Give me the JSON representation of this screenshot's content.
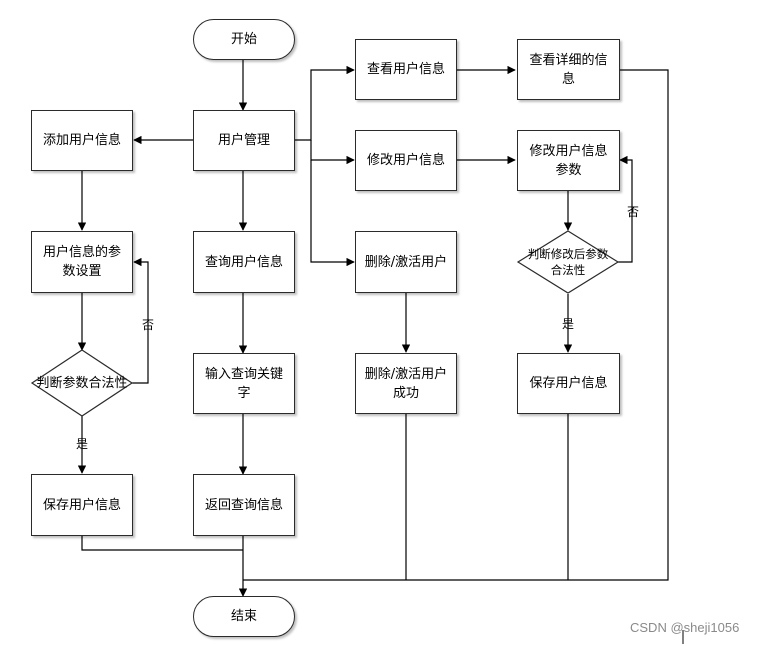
{
  "nodes": {
    "start": "开始",
    "user_mgmt": "用户管理",
    "add_user": "添加用户信息",
    "param_setting": "用户信息的参数设置",
    "judge_params": "判断参数合法性",
    "save_user_left": "保存用户信息",
    "query_user": "查询用户信息",
    "input_keyword": "输入查询关键字",
    "return_query": "返回查询信息",
    "view_user": "查看用户信息",
    "view_detail": "查看详细的信息",
    "modify_user": "修改用户信息",
    "modify_params": "修改用户信息参数",
    "judge_modified": "判断修改后参数合法性",
    "save_user_right": "保存用户信息",
    "delete_activate": "删除/激活用户",
    "delete_success": "删除/激活用户成功",
    "end": "结束"
  },
  "edge_labels": {
    "no_left": "否",
    "yes_left": "是",
    "no_right": "否",
    "yes_right": "是"
  },
  "watermark": "CSDN @sheji1056"
}
